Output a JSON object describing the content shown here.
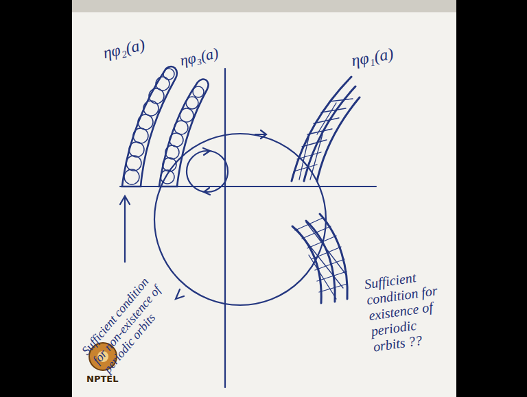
{
  "diagram": {
    "labels": [
      "ηφ₂(a)",
      "ηφ₃(a)",
      "ηφ₁(a)",
      "Sufficient condition for non-existence of periodic orbits",
      "Sufficient condition for existence of periodic orbits ??",
      "NPTEL"
    ]
  }
}
